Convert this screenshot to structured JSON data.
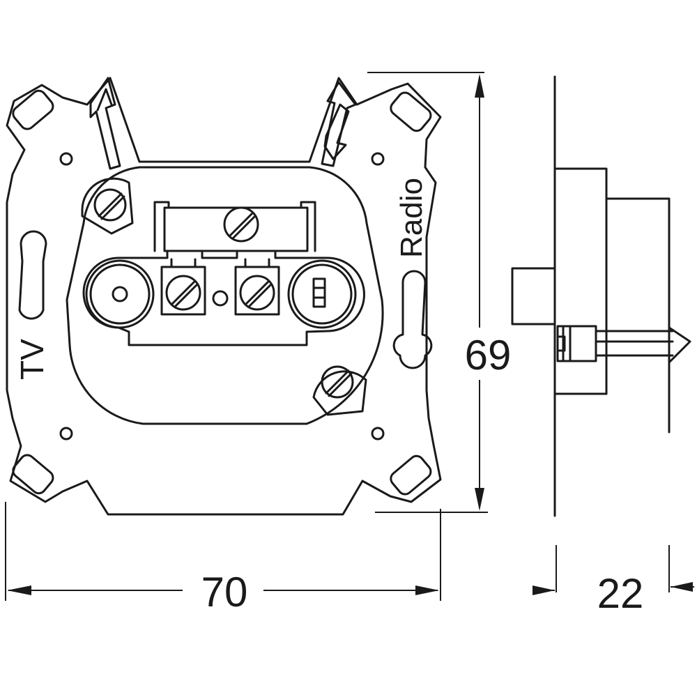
{
  "labels": {
    "tv": "TV",
    "radio": "Radio"
  },
  "dimensions": {
    "width": "70",
    "height": "69",
    "depth": "22"
  },
  "colors": {
    "line": "#1a1a1a",
    "background": "#ffffff"
  }
}
